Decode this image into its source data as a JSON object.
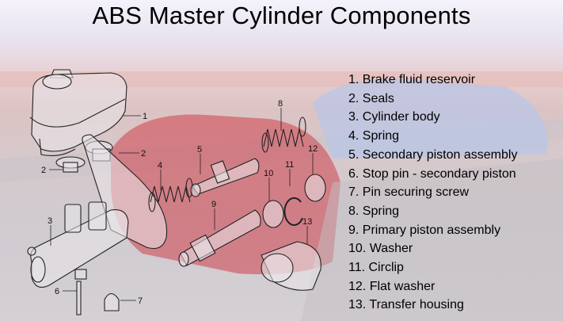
{
  "title": "ABS Master Cylinder Components",
  "components": [
    "1. Brake fluid reservoir",
    "2. Seals",
    "3. Cylinder body",
    "4. Spring",
    "5. Secondary piston assembly",
    "6. Stop pin - secondary piston",
    "7. Pin securing screw",
    "8. Spring",
    "9. Primary piston assembly",
    "10. Washer",
    "11. Circlip",
    "12. Flat washer",
    "13. Transfer housing"
  ],
  "callouts": [
    "1",
    "2",
    "2",
    "3",
    "4",
    "5",
    "6",
    "7",
    "8",
    "9",
    "10",
    "11",
    "12",
    "13"
  ],
  "colors": {
    "car_red": "#d0404a",
    "line": "#222222"
  }
}
